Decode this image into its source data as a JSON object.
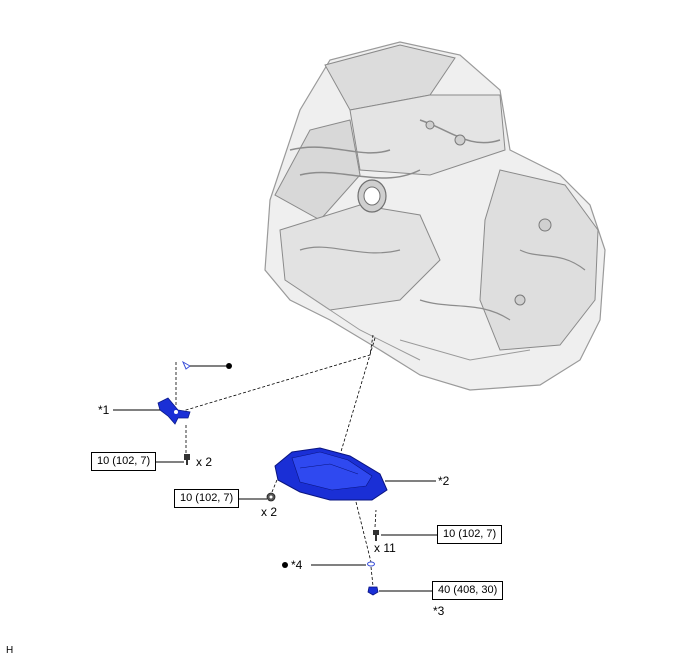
{
  "callouts": {
    "c1": "*1",
    "c2": "*2",
    "c3": "*3",
    "c4": "*4"
  },
  "torques": {
    "bracket_bolt": "10 (102, 7)",
    "pan_nut": "10 (102, 7)",
    "pan_bolt": "10 (102, 7)",
    "drain_plug": "40 (408, 30)"
  },
  "quantities": {
    "bracket_bolt": "x 2",
    "pan_nut": "x 2",
    "pan_bolt": "x 11"
  },
  "corner_mark": "H",
  "colors": {
    "part_highlight": "#1a2fd6",
    "engine_body": "#e9e9e9",
    "line": "#000000"
  }
}
